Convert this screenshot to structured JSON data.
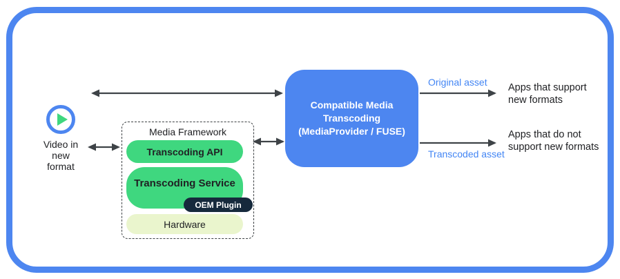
{
  "colors": {
    "frame_blue": "#4d86f0",
    "box_blue": "#4d86f0",
    "green": "#3fd77f",
    "oem_navy": "#16293c",
    "hardware_pale": "#eaf5cd",
    "arrow_gray": "#3e4347",
    "asset_label_blue": "#4285f4",
    "text_dark": "#202124"
  },
  "source": {
    "icon": "play-icon",
    "label": "Video in\nnew\nformat"
  },
  "media_framework": {
    "title": "Media Framework",
    "layers": {
      "api": "Transcoding API",
      "service": "Transcoding Service",
      "oem": "OEM Plugin",
      "hardware": "Hardware"
    }
  },
  "transcoding_box": {
    "label": "Compatible Media\nTranscoding\n(MediaProvider / FUSE)"
  },
  "outputs": {
    "original": {
      "asset_label": "Original asset",
      "target": "Apps that support\nnew formats"
    },
    "transcoded": {
      "asset_label": "Transcoded asset",
      "target": "Apps that do not\nsupport new formats"
    }
  }
}
